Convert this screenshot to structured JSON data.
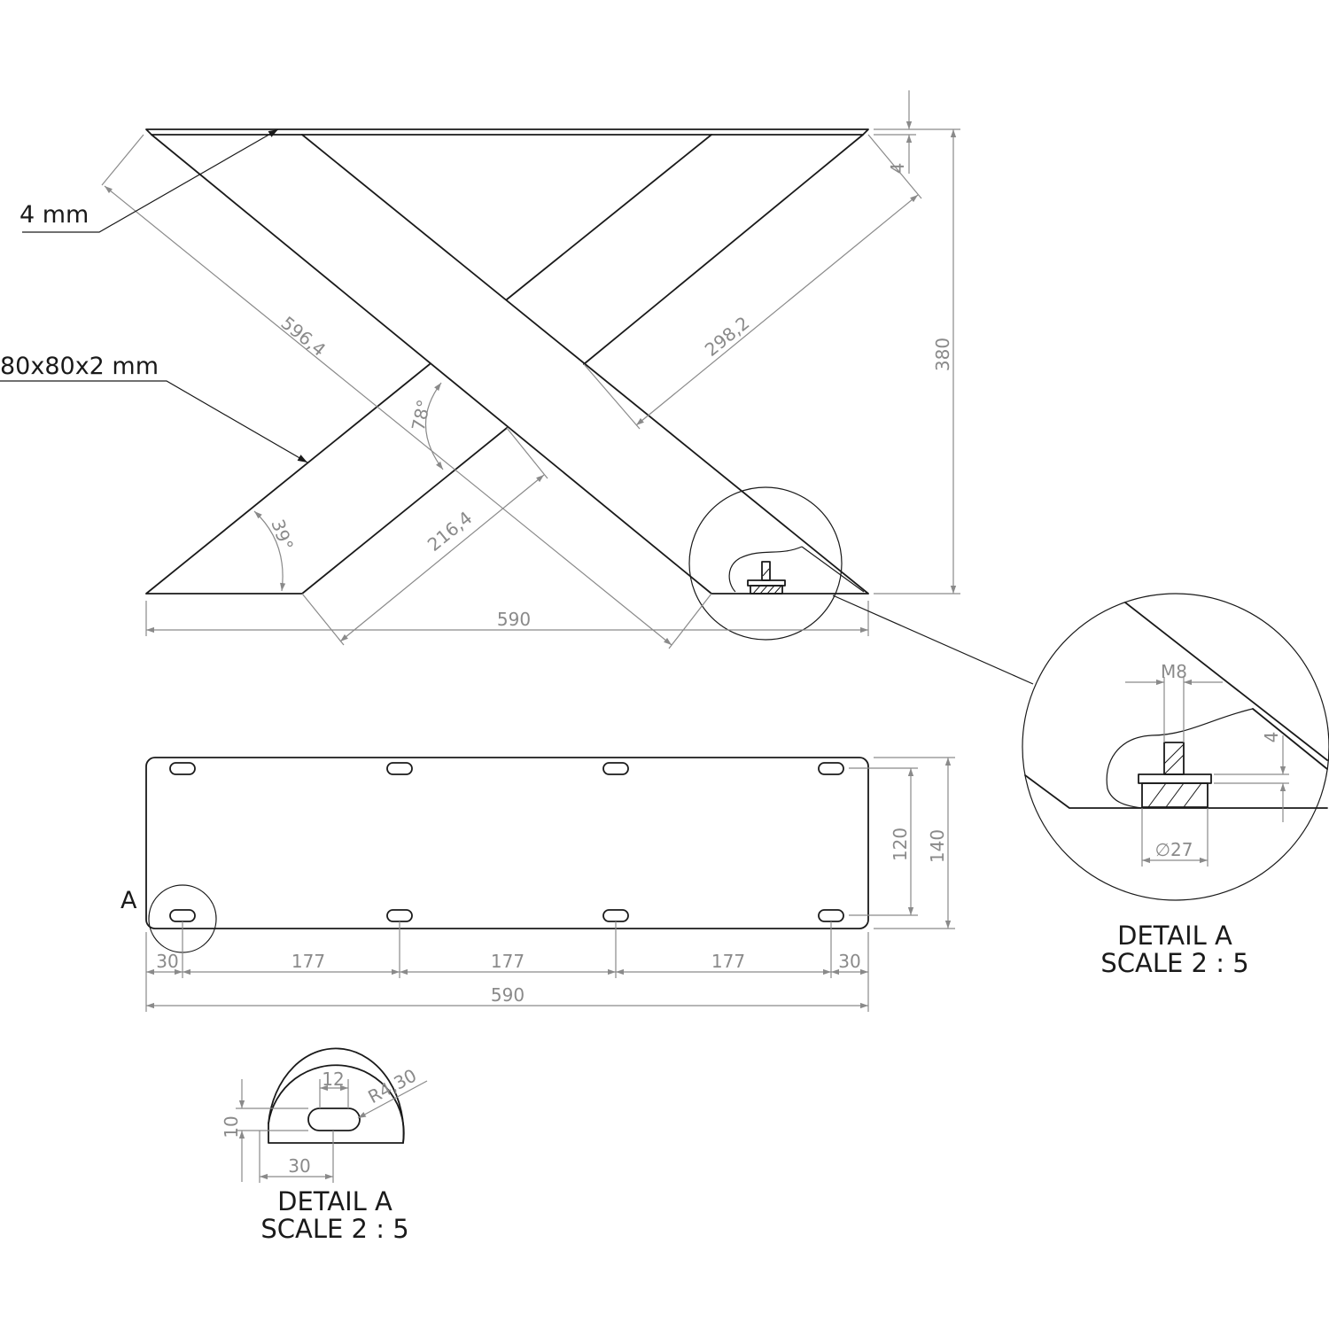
{
  "main_view": {
    "dims": {
      "d_596_4": "596,4",
      "d_298_2": "298,2",
      "d_216_4": "216,4",
      "d_590": "590",
      "d_380": "380",
      "d_4": "4",
      "a_78": "78°",
      "a_39": "39°"
    },
    "leader_plate": "4 mm",
    "leader_tube": "80x80x2 mm"
  },
  "plate_view": {
    "detail_marker": "A",
    "dims": {
      "d_120": "120",
      "d_140": "140",
      "d_30_left": "30",
      "d_177_a": "177",
      "d_177_b": "177",
      "d_177_c": "177",
      "d_30_right": "30",
      "d_590_total": "590"
    }
  },
  "detail_right": {
    "dims": {
      "m8": "M8",
      "d_4": "4",
      "dia_27": "∅27"
    },
    "title_1": "DETAIL A",
    "title_2": "SCALE 2 : 5"
  },
  "detail_slot": {
    "dims": {
      "d_12": "12",
      "r_4_30": "R4,30",
      "d_10": "10",
      "d_30": "30"
    },
    "title_1": "DETAIL A",
    "title_2": "SCALE 2 : 5"
  }
}
